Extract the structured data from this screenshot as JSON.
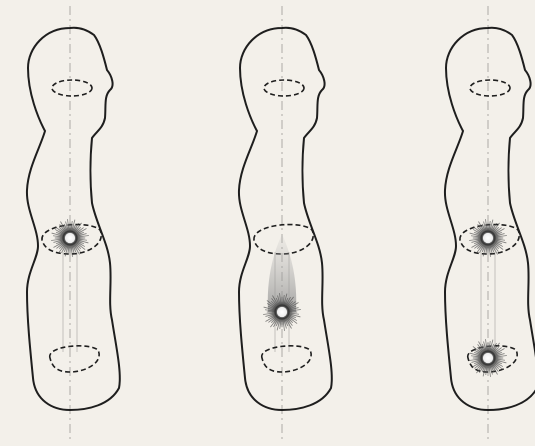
{
  "image": {
    "background_color": "#f3f0ea",
    "ink_color": "#1e1e1e",
    "glow_color": "#4a4a4a"
  },
  "figures": [
    {
      "name": "figure-left",
      "glow_spots": [
        "chest"
      ],
      "channel": "chest-to-pelvis"
    },
    {
      "name": "figure-middle",
      "glow_spots": [
        "solar-plexus"
      ],
      "channel": "chest-to-pelvis",
      "rising_glow": true
    },
    {
      "name": "figure-right",
      "glow_spots": [
        "chest",
        "pelvis"
      ],
      "channel": "chest-to-pelvis"
    }
  ]
}
